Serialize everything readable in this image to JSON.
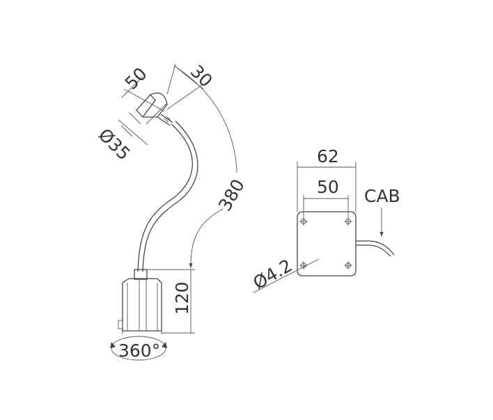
{
  "diagram": {
    "lamp_dims": {
      "head_length": "50",
      "head_offset": "30",
      "head_diameter": "Ø35",
      "arm_length": "380",
      "base_height": "120",
      "rotation": "360°"
    },
    "mount_dims": {
      "outer_width": "62",
      "hole_spacing": "50",
      "hole_diameter": "Ø4.2",
      "cable_label": "CAB"
    }
  }
}
